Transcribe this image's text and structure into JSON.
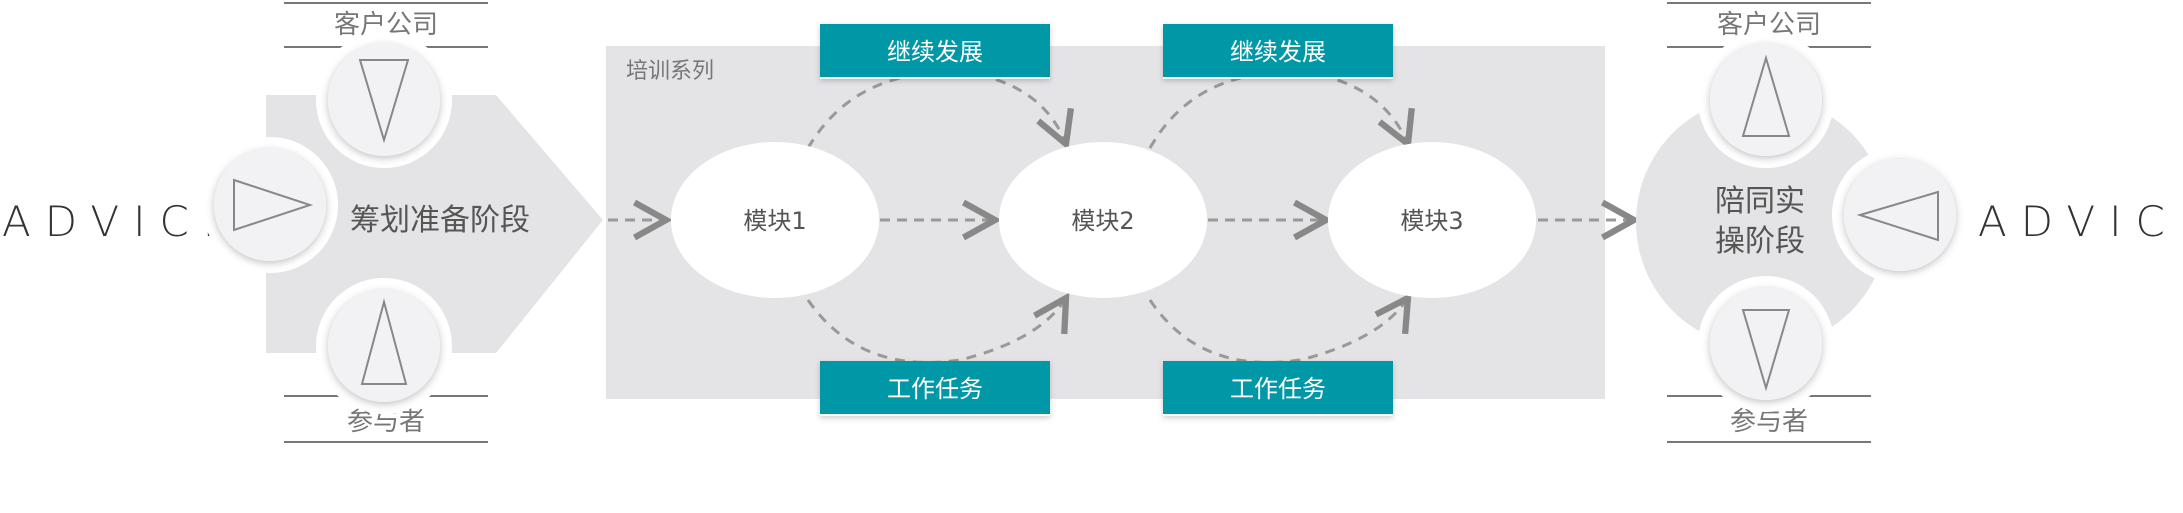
{
  "left": {
    "advice": "ADVICE",
    "client": "客户公司",
    "participant": "参与者",
    "stage": "筹划准备阶段"
  },
  "center": {
    "series": "培训系列",
    "module1": "模块1",
    "module2": "模块2",
    "module3": "模块3",
    "top_box_1": "继续发展",
    "top_box_2": "继续发展",
    "bottom_box_1": "工作任务",
    "bottom_box_2": "工作任务"
  },
  "right": {
    "advice": "ADVICE",
    "client": "客户公司",
    "participant": "参与者",
    "stage_line1": "陪同实",
    "stage_line2": "操阶段"
  },
  "colors": {
    "teal": "#0097a7",
    "panel": "#e4e4e6",
    "circle": "#f2f2f4"
  }
}
